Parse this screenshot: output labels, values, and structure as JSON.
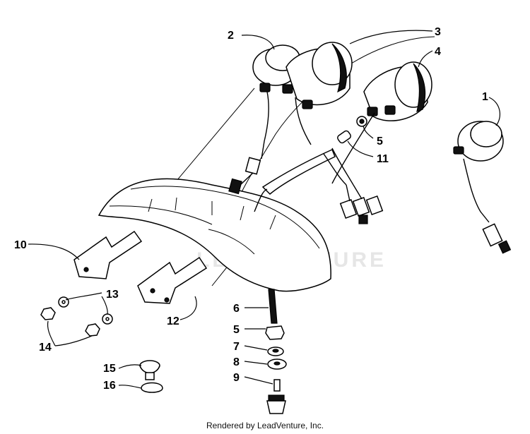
{
  "watermark": "LEADVENTURE",
  "credit": "Rendered by LeadVenture, Inc.",
  "callouts": [
    {
      "id": "1",
      "label": "1"
    },
    {
      "id": "2",
      "label": "2"
    },
    {
      "id": "3",
      "label": "3"
    },
    {
      "id": "4",
      "label": "4"
    },
    {
      "id": "5a",
      "label": "5"
    },
    {
      "id": "5b",
      "label": "5"
    },
    {
      "id": "6",
      "label": "6"
    },
    {
      "id": "7",
      "label": "7"
    },
    {
      "id": "8",
      "label": "8"
    },
    {
      "id": "9",
      "label": "9"
    },
    {
      "id": "10",
      "label": "10"
    },
    {
      "id": "11",
      "label": "11"
    },
    {
      "id": "12",
      "label": "12"
    },
    {
      "id": "13",
      "label": "13"
    },
    {
      "id": "14",
      "label": "14"
    },
    {
      "id": "15",
      "label": "15"
    },
    {
      "id": "16",
      "label": "16"
    }
  ]
}
